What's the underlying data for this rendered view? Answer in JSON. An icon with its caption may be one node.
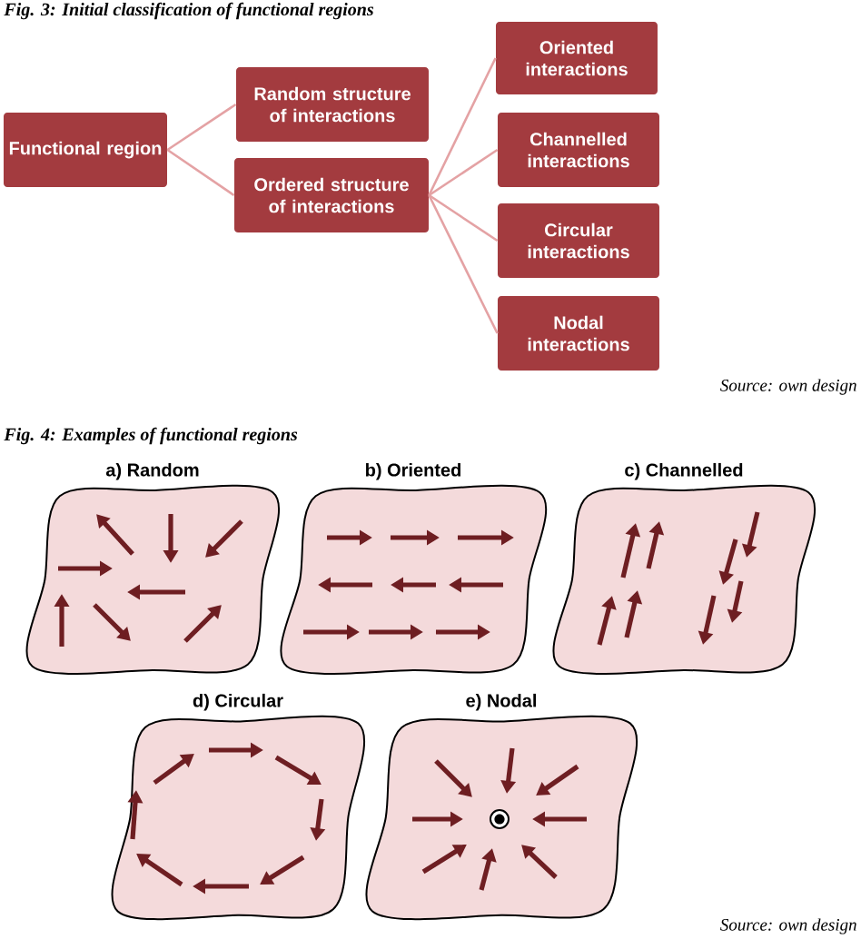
{
  "diagram": {
    "nodes": [
      {
        "text": [
          "Functional region"
        ]
      },
      {
        "text": [
          "Random structure of interactions"
        ]
      },
      {
        "text": [
          "Ordered structure of interactions"
        ]
      },
      {
        "text": [
          "Oriented interactions"
        ]
      },
      {
        "text": [
          "Channelled interactions"
        ]
      },
      {
        "text": [
          "Circular interactions"
        ]
      },
      {
        "text": [
          "Nodal interactions"
        ]
      },
      {
        "text": [
          "a) Random"
        ]
      },
      {
        "text": [
          "b) Oriented"
        ]
      },
      {
        "text": [
          "c) Channelled"
        ]
      },
      {
        "text": [
          "d) Circular"
        ]
      },
      {
        "text": [
          "e) Nodal"
        ]
      }
    ],
    "edges": [
      {
        "from": 0,
        "to": 1,
        "arrow": "none"
      },
      {
        "from": 0,
        "to": 2,
        "arrow": "none"
      },
      {
        "from": 2,
        "to": 3,
        "arrow": "none"
      },
      {
        "from": 2,
        "to": 4,
        "arrow": "none"
      },
      {
        "from": 2,
        "to": 5,
        "arrow": "none"
      },
      {
        "from": 2,
        "to": 6,
        "arrow": "none"
      }
    ],
    "labels": [
      "Fig. 3: Initial classification of functional regions",
      "Source: own design",
      "Fig. 4: Examples of functional regions",
      "Source: own design"
    ]
  }
}
